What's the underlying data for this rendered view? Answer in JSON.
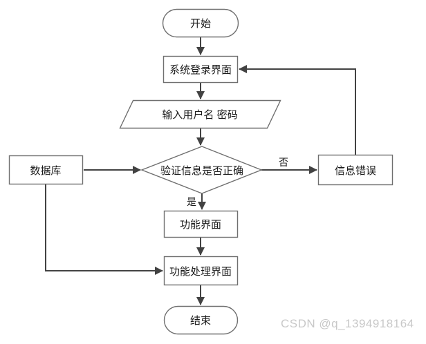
{
  "diagram": {
    "kind": "flowchart",
    "nodes": {
      "start": {
        "label": "开始",
        "shape": "terminator"
      },
      "login_screen": {
        "label": "系统登录界面",
        "shape": "process"
      },
      "input_credentials": {
        "label": "输入用户名 密码",
        "shape": "data-parallelogram"
      },
      "verify_info": {
        "label": "验证信息是否正确",
        "shape": "decision"
      },
      "database": {
        "label": "数据库",
        "shape": "process"
      },
      "info_error": {
        "label": "信息错误",
        "shape": "process"
      },
      "function_screen": {
        "label": "功能界面",
        "shape": "process"
      },
      "function_process_screen": {
        "label": "功能处理界面",
        "shape": "process"
      },
      "end": {
        "label": "结束",
        "shape": "terminator"
      }
    },
    "edge_labels": {
      "no": "否",
      "yes": "是"
    }
  },
  "watermark": {
    "text": "CSDN @q_1394918164"
  },
  "colors": {
    "background": "#ffffff",
    "shape_border": "#6f6f6f",
    "arrow": "#424242",
    "text": "#1a1a1a",
    "watermark_text": "#c8c8c8"
  }
}
